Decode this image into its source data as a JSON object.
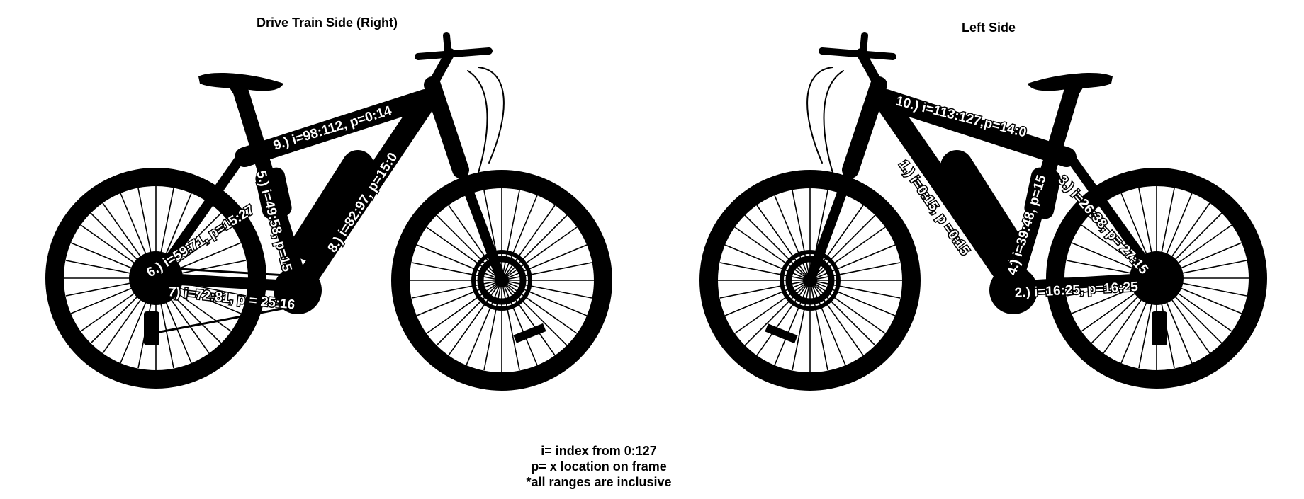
{
  "titles": {
    "right": "Drive Train Side (Right)",
    "left": "Left Side"
  },
  "segment_labels": {
    "s1": "1.) i=0:15, p =0:15",
    "s2": "2.) i=16:25, p=16:25",
    "s3": "3.) i=26:38, p= 27:15",
    "s4": "4.) i=39:48, p=15",
    "s5": "5.) i=49:58, p=15",
    "s6": "6.) i=59:71, p=15:27",
    "s7": "7) i=72:81, p = 25:16",
    "s8": "8.) i=82:97, p=15:0",
    "s9": "9.) i=98:112, p=0:14",
    "s10": "10.) i=113:127,p=14:0"
  },
  "legend": {
    "line1": "i= index from 0:127",
    "line2": "p= x location on frame",
    "line3": "*all ranges are inclusive"
  },
  "colors": {
    "silhouette": "#000000",
    "background": "#ffffff",
    "label_fill": "#ffffff"
  }
}
